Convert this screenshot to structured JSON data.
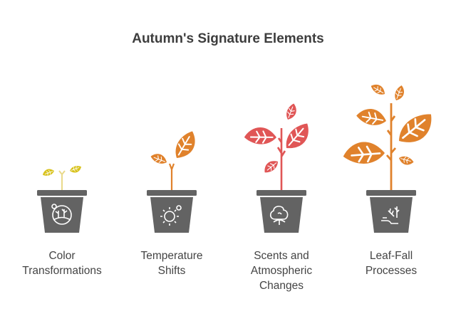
{
  "title": "Autumn's Signature Elements",
  "colors": {
    "pot": "#636363",
    "yellow": "#d8c21c",
    "orange": "#e0822c",
    "red": "#e05656"
  },
  "items": [
    {
      "lines": [
        "Color",
        "Transformations"
      ],
      "icon": "landscape-icon"
    },
    {
      "lines": [
        "Temperature",
        "Shifts"
      ],
      "icon": "sun-gear-icon"
    },
    {
      "lines": [
        "Scents and",
        "Atmospheric",
        "Changes"
      ],
      "icon": "tree-icon"
    },
    {
      "lines": [
        "Leaf-Fall",
        "Processes"
      ],
      "icon": "falling-branches-icon"
    }
  ]
}
